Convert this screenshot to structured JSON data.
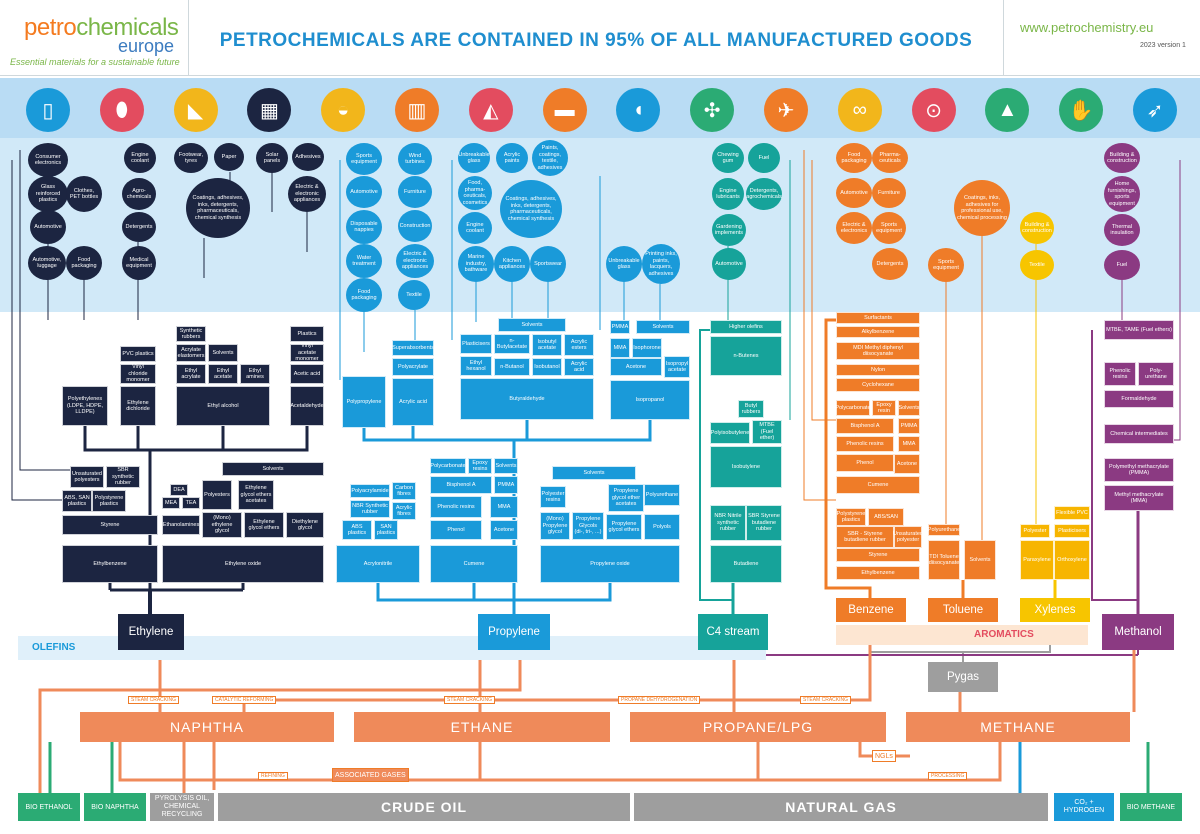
{
  "header": {
    "logo_part1": "petro",
    "logo_part2": "chemicals",
    "logo_line2": "europe",
    "tagline": "Essential materials for a sustainable future",
    "title": "PETROCHEMICALS ARE CONTAINED IN 95% OF ALL MANUFACTURED GOODS",
    "url": "www.petrochemistry.eu",
    "version": "2023 version 1"
  },
  "icons": [
    {
      "name": "smartphone-icon",
      "color": "#1a9ad9",
      "glyph": "▯"
    },
    {
      "name": "bottle-icon",
      "color": "#e34c5f",
      "glyph": "⬮"
    },
    {
      "name": "sneaker-icon",
      "color": "#f2b61b",
      "glyph": "◣"
    },
    {
      "name": "solar-panel-icon",
      "color": "#1c2541",
      "glyph": "▦"
    },
    {
      "name": "car-icon",
      "color": "#f2b61b",
      "glyph": "◒"
    },
    {
      "name": "building-icon",
      "color": "#ef7c28",
      "glyph": "▥"
    },
    {
      "name": "ship-icon",
      "color": "#e34c5f",
      "glyph": "◭"
    },
    {
      "name": "paint-roller-icon",
      "color": "#ef7c28",
      "glyph": "▬"
    },
    {
      "name": "pills-icon",
      "color": "#1a9ad9",
      "glyph": "◖"
    },
    {
      "name": "wind-turbine-icon",
      "color": "#2bab74",
      "glyph": "✣"
    },
    {
      "name": "airplane-icon",
      "color": "#ef7c28",
      "glyph": "✈"
    },
    {
      "name": "glasses-icon",
      "color": "#f2b61b",
      "glyph": "∞"
    },
    {
      "name": "bicycle-icon",
      "color": "#e34c5f",
      "glyph": "⊙"
    },
    {
      "name": "glue-bottle-icon",
      "color": "#2bab74",
      "glyph": "▲"
    },
    {
      "name": "handshake-icon",
      "color": "#2bab74",
      "glyph": "✋"
    },
    {
      "name": "rocket-icon",
      "color": "#1a9ad9",
      "glyph": "➶"
    }
  ],
  "end_products": {
    "ethylene": [
      "Consumer electronics",
      "Glass reinforced plastics",
      "Clothes, PET bottles",
      "Automotive",
      "Automotive, luggage",
      "Food packaging",
      "Engine coolant",
      "Agro-chemicals",
      "Detergents",
      "Medical equipment",
      "Footwear, tyres",
      "Paper",
      "Solar panels",
      "Adhesives",
      "Coatings, adhesives, inks, detergents, pharmaceuticals, chemical synthesis",
      "Electric & electronic appliances"
    ],
    "propylene": [
      "Sports equipment",
      "Automotive",
      "Disposable nappies",
      "Water treatment",
      "Food packaging",
      "Wind turbines",
      "Furniture",
      "Construction",
      "Electric & electronic appliances",
      "Textile",
      "Unbreakable glass",
      "Acrylic paints",
      "Paints, coatings, textile, adhesives",
      "Food, pharma-ceuticals, cosmetics",
      "Coatings, adhesives, inks, detergents, pharmaceuticals, chemical synthesis",
      "Engine coolant",
      "Marine industry, bathware",
      "Kitchen appliances",
      "Sportswear",
      "Unbreakable glass",
      "Printing inks, paints, lacquers, adhesives"
    ],
    "c4": [
      "Chewing gum",
      "Fuel",
      "Engine lubricants",
      "Detergents, agrochemicals",
      "Gardening implements",
      "Automotive"
    ],
    "aromatics": [
      "Food packaging",
      "Pharma-ceuticals",
      "Automotive",
      "Furniture",
      "Electric & electronics",
      "Sports equipment",
      "Detergents",
      "Sports equipment",
      "Coatings, inks, adhesives for professional use, chemical processing",
      "Building & construction",
      "Textile"
    ],
    "methanol": [
      "Building & construction",
      "Home furnishings, sports equipment",
      "Thermal insulation",
      "Fuel"
    ]
  },
  "intermediates": {
    "ethylene": [
      "Synthetic rubbers",
      "Acrylate elastomers",
      "Solvents",
      "Ethyl acrylate",
      "Ethyl acetate",
      "Ethyl amines",
      "Ethyl alcohol",
      "PVC plastics",
      "Vinyl chloride monomer",
      "Ethylene dichloride",
      "Plastics",
      "Vinyl acetate monomer",
      "Acetic acid",
      "Acetaldehyde",
      "Polyethylenes (LDPE, HDPE, LLDPE)",
      "Unsaturated polyesters",
      "SBR synthetic rubber",
      "ABS, SAN plastics",
      "Polystyrene plastics",
      "Styrene",
      "Ethylbenzene",
      "DEA",
      "MEA",
      "TEA",
      "Ethanolamines",
      "Polyesters",
      "Solvents",
      "Ethylene glycol ethers acetates",
      "(Mono) ethylene glycol",
      "Ethylene glycol ethers",
      "Diethylene glycol",
      "Ethylene oxide"
    ],
    "propylene": [
      "Polypropylene",
      "Superabsorbents",
      "Polyacrylate",
      "Acrylic acid",
      "Polyacrylamide",
      "Carbon fibres",
      "NBR Synthetic rubber",
      "Acrylic fibres",
      "ABS plastics",
      "SAN plastics",
      "Acrylonitrile",
      "Solvents",
      "Plasticisers",
      "n-Butylacetate",
      "Isobutyl acetate",
      "Acrylic esters",
      "Ethyl hexanol",
      "n-Butanol",
      "Isobutanol",
      "Acrylic acid",
      "Butyraldehyde",
      "PMMA",
      "Solvents",
      "MMA",
      "Isophorone",
      "Acetone",
      "Isopropyl acetate",
      "Isopropanol",
      "Polycarbonate",
      "Epoxy resins",
      "Solvents",
      "Bisphenol A",
      "PMMA",
      "Phenolic resins",
      "MMA",
      "Phenol",
      "Acetone",
      "Cumene",
      "Solvents",
      "Polyester resins",
      "Propylene glycol ether acetates",
      "Polyurethane",
      "(Mono) Propylene glycol",
      "Propylene Glycols (di-, tri-, ...)",
      "Propylene glycol ethers",
      "Polyols",
      "Propylene oxide"
    ],
    "c4": [
      "Higher olefins",
      "n-Butenes",
      "Butyl rubbers",
      "Polyisobutylene",
      "MTBE (Fuel ether)",
      "Isobutylene",
      "NBR Nitrile synthetic rubber",
      "SBR Styrene butadiene rubber",
      "Butadiene"
    ],
    "aromatics": [
      "Surfactants",
      "Alkylbenzene",
      "MDI Methyl diphenyl diisocyanate",
      "Nylon",
      "Cyclohexane",
      "Polycarbonate",
      "Epoxy resin",
      "Solvents",
      "Bisphenol A",
      "PMMA",
      "Phenolic resins",
      "MMA",
      "Phenol",
      "Acetone",
      "Cumene",
      "Polystyrene plastics",
      "ABS/SAN",
      "SBR - Styrene butadiene rubber",
      "Unsaturated polyester",
      "Styrene",
      "Ethylbenzene",
      "Polyurethane",
      "TDI Toluene diisocyanate",
      "Solvents",
      "Polyester",
      "Plasticisers",
      "Flexible PVC",
      "Paraxylene",
      "Orthoxylene"
    ],
    "methanol": [
      "MTBE, TAME (Fuel ethers)",
      "Phenolic resins",
      "Poly-urethane",
      "Formaldehyde",
      "Chemical intermediates",
      "Polymethyl methacrylate (PMMA)",
      "Methyl methacrylate (MMA)"
    ]
  },
  "building_blocks": {
    "ethylene": "Ethylene",
    "propylene": "Propylene",
    "c4": "C4 stream",
    "benzene": "Benzene",
    "toluene": "Toluene",
    "xylenes": "Xylenes",
    "methanol": "Methanol",
    "pygas": "Pygas",
    "olefins_label": "OLEFINS",
    "aromatics_label": "AROMATICS"
  },
  "feedstocks": [
    "NAPHTHA",
    "ETHANE",
    "PROPANE/LPG",
    "METHANE"
  ],
  "processes": [
    "STEAM CRACKING",
    "CATALYTIC REFORMING",
    "STEAM CRACKING",
    "PROPANE DEHYDROGENATION",
    "STEAM CRACKING",
    "NGLs",
    "REFINING",
    "ASSOCIATED GASES",
    "PROCESSING"
  ],
  "raw_materials": [
    "CRUDE OIL",
    "NATURAL GAS"
  ],
  "alternative_sources": [
    "BIO ETHANOL",
    "BIO NAPHTHA",
    "PYROLYSIS OIL, CHEMICAL RECYCLING",
    "CO₂ + HYDROGEN",
    "BIO METHANE"
  ],
  "colors": {
    "ethylene": "#1c2541",
    "propylene": "#1a9ad9",
    "c4": "#16a39a",
    "aromatics": "#ef7c28",
    "xylenes": "#f7c500",
    "methanol": "#8b3a82",
    "feedstock": "#ef8a5a",
    "raw": "#9e9e9e",
    "bio": "#2bab74"
  }
}
